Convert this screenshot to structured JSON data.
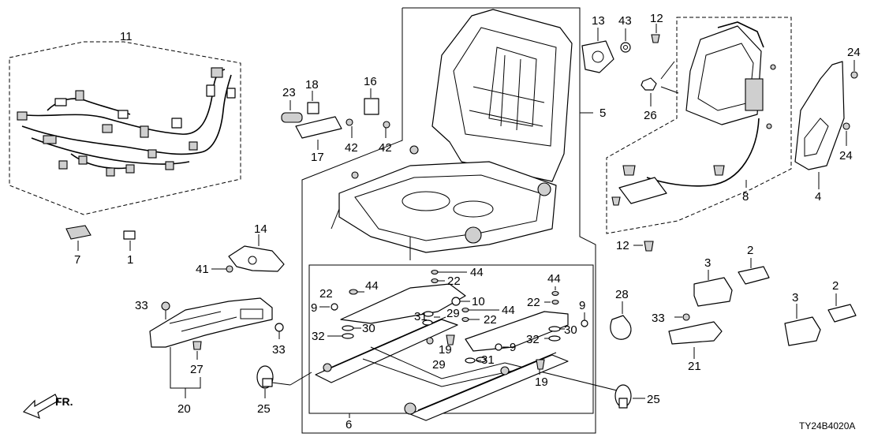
{
  "diagram_code": "TY24B4020A",
  "direction_label": "FR.",
  "callouts": {
    "c1": "1",
    "c2a": "2",
    "c2b": "2",
    "c3a": "3",
    "c3b": "3",
    "c4": "4",
    "c5": "5",
    "c6": "6",
    "c7": "7",
    "c8": "8",
    "c9a": "9",
    "c9b": "9",
    "c9c": "9",
    "c10": "10",
    "c11": "11",
    "c12a": "12",
    "c12b": "12",
    "c13": "13",
    "c14": "14",
    "c16": "16",
    "c17": "17",
    "c18": "18",
    "c19a": "19",
    "c19b": "19",
    "c20": "20",
    "c21": "21",
    "c22a": "22",
    "c22b": "22",
    "c22c": "22",
    "c22d": "22",
    "c23": "23",
    "c24a": "24",
    "c24b": "24",
    "c25a": "25",
    "c25b": "25",
    "c26": "26",
    "c27": "27",
    "c28": "28",
    "c29a": "29",
    "c29b": "29",
    "c30a": "30",
    "c30b": "30",
    "c31a": "31",
    "c31b": "31",
    "c32a": "32",
    "c32b": "32",
    "c33a": "33",
    "c33b": "33",
    "c33c": "33",
    "c41": "41",
    "c42a": "42",
    "c42b": "42",
    "c43": "43",
    "c44a": "44",
    "c44b": "44",
    "c44c": "44",
    "c44d": "44"
  }
}
